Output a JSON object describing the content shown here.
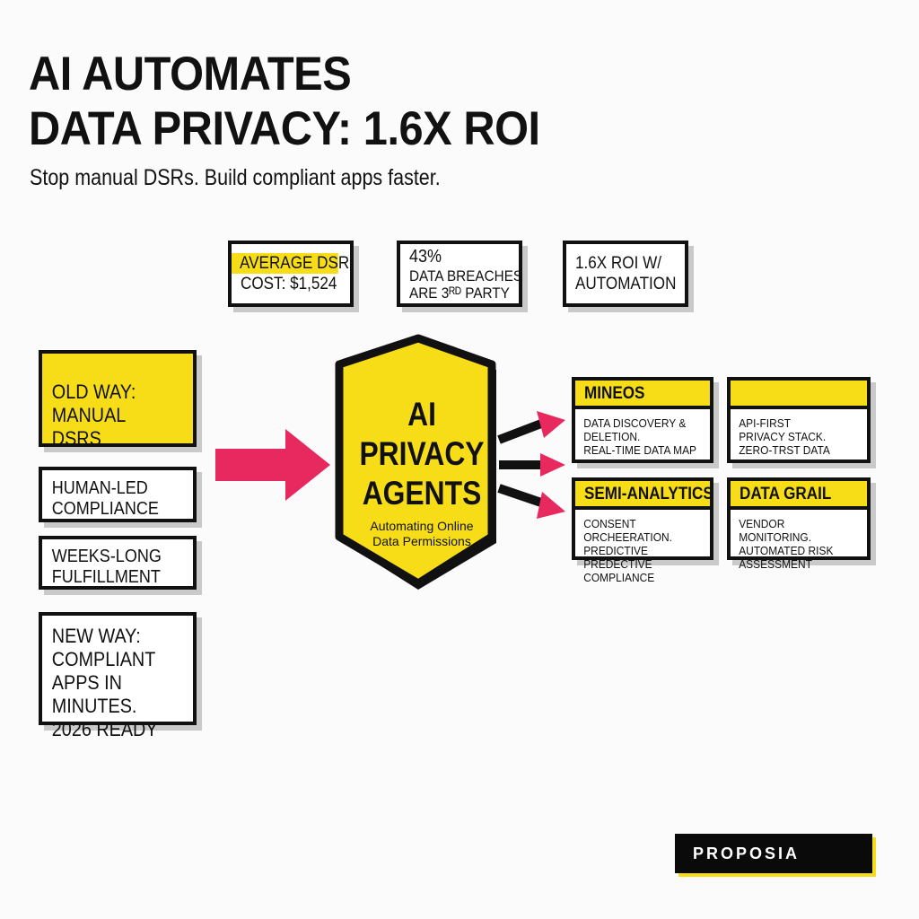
{
  "header": {
    "title_line1": "AI AUTOMATES",
    "title_line2": "DATA PRIVACY: 1.6X ROI",
    "subtitle": "Stop manual DSRs. Build compliant apps faster."
  },
  "stats": [
    {
      "line1": "AVERAGE DSR",
      "line2": "COST: $1,524"
    },
    {
      "line1": "43%",
      "line2": "DATA BREACHES",
      "line3": "ARE 3ᴿᴰ PARTY"
    },
    {
      "line1": "1.6X ROI W/",
      "line2": "AUTOMATION"
    }
  ],
  "left": {
    "old_way": "OLD WAY:\nMANUAL DSRS",
    "item1": "HUMAN-LED\nCOMPLIANCE",
    "item2": "WEEKS-LONG\nFULFILLMENT",
    "new_way": "NEW WAY:\nCOMPLIANT\nAPPS IN MINUTES.\n2026 READY"
  },
  "hub": {
    "title": "AI\nPRIVACY\nAGENTS",
    "subtitle": "Automating Online\nData Permissions"
  },
  "vendors": [
    {
      "name": "MINEOS",
      "desc": "DATA DISCOVERY &\nDELETION.\nREAL-TIME DATA MAP"
    },
    {
      "name": "",
      "desc": "API-FIRST\nPRIVACY STACK.\nZERO-TRST DATA"
    },
    {
      "name": "SEMI-ANALYTICS",
      "desc": "CONSENT ORCHEERATION.\nPREDICTIVE PREDECTIVE\nCOMPLIANCE"
    },
    {
      "name": "DATA GRAIL",
      "desc": "VENDOR MONITORING.\nAUTOMATED RISK\nASSESSMENT"
    }
  ],
  "brand": "PROPOSIA",
  "colors": {
    "accent_yellow": "#f7dd17",
    "arrow_pink": "#e8295f",
    "ink": "#111111"
  }
}
